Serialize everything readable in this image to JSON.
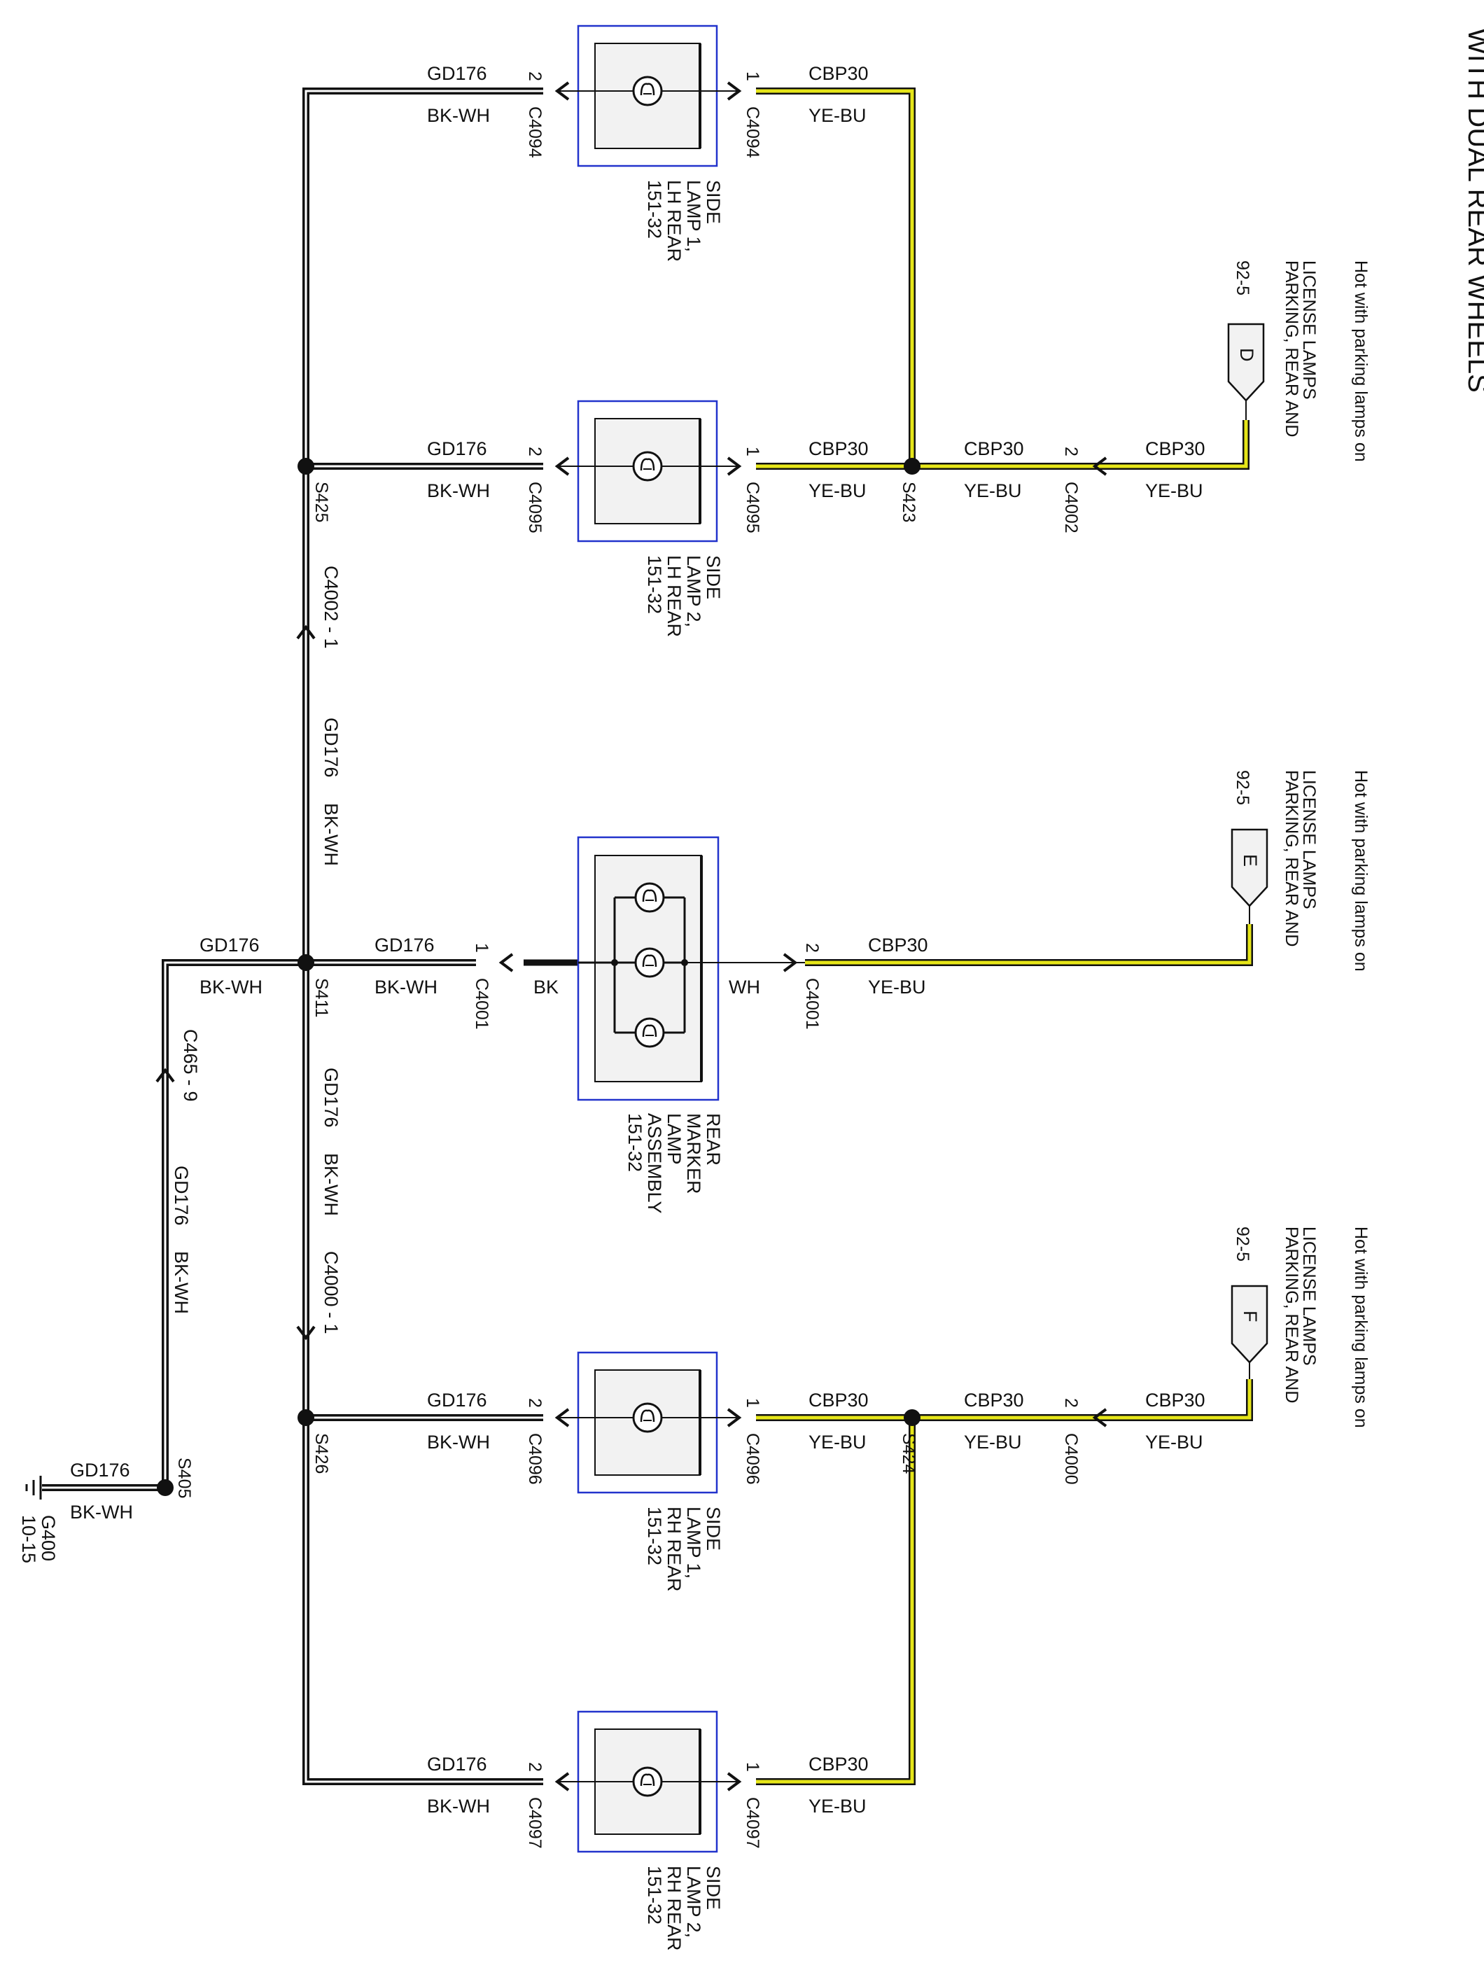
{
  "title": "WITH DUAL REAR WHEELS",
  "colors": {
    "wire_black": "#111111",
    "wire_yellow": "#e6e619",
    "component_border": "#2233cc",
    "component_fill": "#f2f2f2"
  },
  "power_sources": {
    "D": {
      "letter": "D",
      "page": "92-5",
      "desc_line1": "PARKING, REAR AND",
      "desc_line2": "LICENSE LAMPS",
      "hot": "Hot with parking lamps on"
    },
    "E": {
      "letter": "E",
      "page": "92-5",
      "desc_line1": "PARKING, REAR AND",
      "desc_line2": "LICENSE LAMPS",
      "hot": "Hot with parking lamps on"
    },
    "F": {
      "letter": "F",
      "page": "92-5",
      "desc_line1": "PARKING, REAR AND",
      "desc_line2": "LICENSE LAMPS",
      "hot": "Hot with parking lamps on"
    }
  },
  "circuits": {
    "gd176": "GD176",
    "bkwh": "BK-WH",
    "cbp30": "CBP30",
    "yebu": "YE-BU",
    "bk": "BK",
    "wh": "WH"
  },
  "pins": {
    "one": "1",
    "two": "2"
  },
  "connectors": {
    "c4094": "C4094",
    "c4095": "C4095",
    "c4096": "C4096",
    "c4097": "C4097",
    "c4001": "C4001",
    "c4002": "C4002",
    "c4000": "C4000",
    "c4002_1": "C4002 - 1",
    "c4000_1": "C4000 - 1",
    "c465_9": "C465 - 9"
  },
  "splices": {
    "s423": "S423",
    "s424": "S424",
    "s425": "S425",
    "s411": "S411",
    "s426": "S426",
    "s405": "S405"
  },
  "ground": {
    "name": "G400",
    "page": "10-15"
  },
  "components": {
    "lamp1_lh": {
      "l1": "SIDE",
      "l2": "LAMP 1,",
      "l3": "LH REAR",
      "l4": "151-32"
    },
    "lamp2_lh": {
      "l1": "SIDE",
      "l2": "LAMP 2,",
      "l3": "LH REAR",
      "l4": "151-32"
    },
    "marker": {
      "l1": "REAR",
      "l2": "MARKER",
      "l3": "LAMP",
      "l4": "ASSEMBLY",
      "l5": "151-32"
    },
    "lamp1_rh": {
      "l1": "SIDE",
      "l2": "LAMP 1,",
      "l3": "RH REAR",
      "l4": "151-32"
    },
    "lamp2_rh": {
      "l1": "SIDE",
      "l2": "LAMP 2,",
      "l3": "RH REAR",
      "l4": "151-32"
    }
  }
}
